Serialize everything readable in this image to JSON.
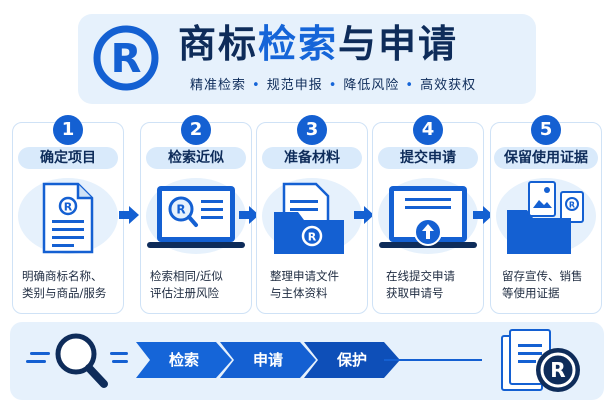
{
  "header": {
    "title_part1": "商标",
    "title_part2": "检索",
    "title_part3": "与申请",
    "logo_symbol": "R",
    "subtitle": [
      "精准检索",
      "规范申报",
      "降低风险",
      "高效获权"
    ],
    "separator": "•"
  },
  "steps": [
    {
      "num": "1",
      "label": "确定项目",
      "desc": [
        "明确商标名称、",
        "类别与商品/服务"
      ],
      "icon": "document-trademark-icon"
    },
    {
      "num": "2",
      "label": "检索近似",
      "desc": [
        "检索相同/近似",
        "评估注册风险"
      ],
      "icon": "laptop-search-icon"
    },
    {
      "num": "3",
      "label": "准备材料",
      "desc": [
        "整理申请文件",
        "与主体资料"
      ],
      "icon": "folder-documents-icon"
    },
    {
      "num": "4",
      "label": "提交申请",
      "desc": [
        "在线提交申请",
        "获取申请号"
      ],
      "icon": "laptop-upload-icon"
    },
    {
      "num": "5",
      "label": "保留使用证据",
      "desc": [
        "留存宣传、销售",
        "等使用证据"
      ],
      "icon": "folder-evidence-icon"
    }
  ],
  "footer": {
    "flow": [
      "检索",
      "申请",
      "保护"
    ]
  },
  "colors": {
    "primary": "#1460d2",
    "dark": "#0e2c5a",
    "light": "#e6f1fc",
    "pill": "#d9eafb"
  }
}
